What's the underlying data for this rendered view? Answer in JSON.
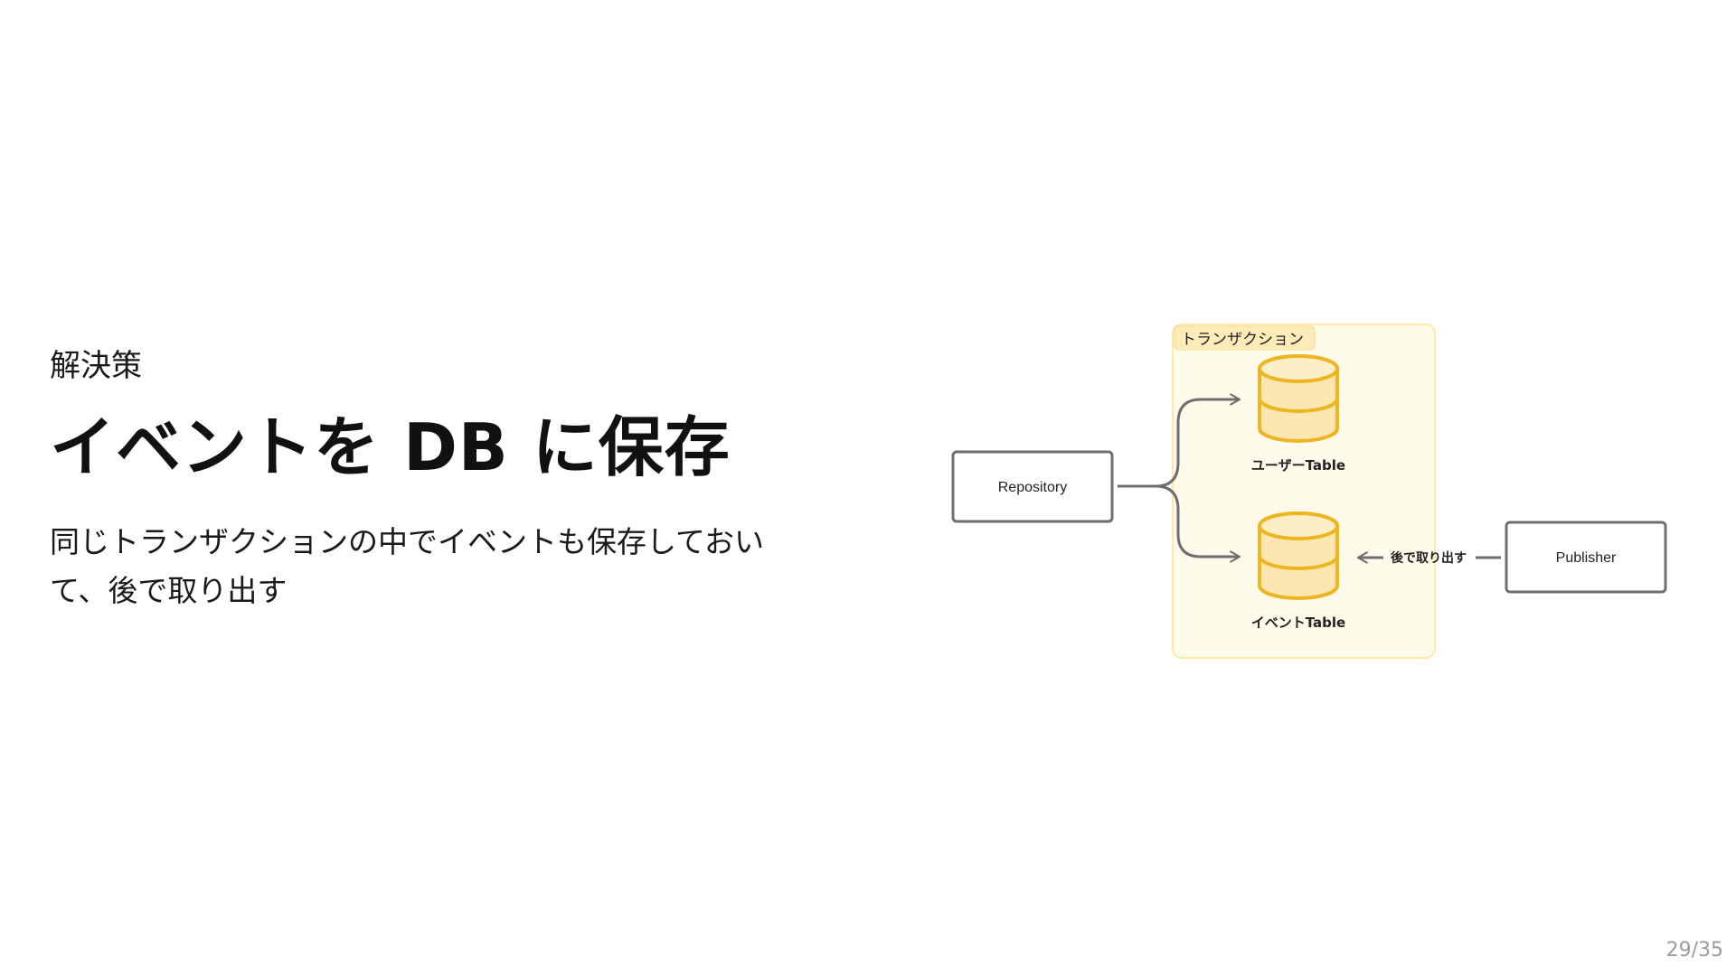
{
  "slide": {
    "kicker": "解決策",
    "title": "イベントを DB に保存",
    "body": "同じトランザクションの中でイベントも保存しておいて、後で取り出す",
    "page_number": "29/35"
  },
  "diagram": {
    "group_label": "トランザクション",
    "nodes": {
      "repository": "Repository",
      "publisher": "Publisher",
      "user_table": "ユーザーTable",
      "event_table": "イベントTable"
    },
    "edges": {
      "publisher_to_event": "後で取り出す"
    },
    "colors": {
      "group_fill": "#fffbea",
      "group_stroke": "#fde9a8",
      "group_label_fill": "#fdecb8",
      "db_fill": "#fde7b0",
      "db_stroke": "#eeb521",
      "box_stroke": "#6e6e6e",
      "arrow": "#6e6e6e"
    }
  }
}
